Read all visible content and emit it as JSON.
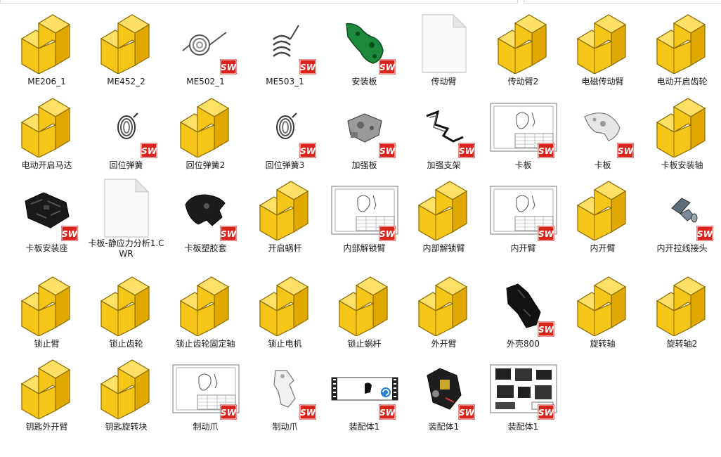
{
  "files": [
    {
      "name": "ME206_1",
      "icon": "folder-3d-icon"
    },
    {
      "name": "ME452_2",
      "icon": "folder-3d-icon"
    },
    {
      "name": "ME502_1",
      "icon": "spring-flat-icon"
    },
    {
      "name": "ME503_1",
      "icon": "spring-small-icon"
    },
    {
      "name": "安装板",
      "icon": "green-plate-icon"
    },
    {
      "name": "传动臂",
      "icon": "blank-file-icon"
    },
    {
      "name": "传动臂2",
      "icon": "folder-3d-icon"
    },
    {
      "name": "电磁传动臂",
      "icon": "folder-3d-icon"
    },
    {
      "name": "电动开启齿轮",
      "icon": "folder-3d-icon"
    },
    {
      "name": "电动开启马达",
      "icon": "folder-3d-icon"
    },
    {
      "name": "回位弹簧",
      "icon": "spring-coil-icon"
    },
    {
      "name": "回位弹簧2",
      "icon": "folder-3d-icon"
    },
    {
      "name": "回位弹簧3",
      "icon": "spring-coil-icon"
    },
    {
      "name": "加强板",
      "icon": "metal-plate-icon"
    },
    {
      "name": "加强支架",
      "icon": "wire-bracket-icon"
    },
    {
      "name": "卡板",
      "icon": "drawing-sheet-icon"
    },
    {
      "name": "卡板",
      "icon": "metal-latch-icon"
    },
    {
      "name": "卡板安装轴",
      "icon": "folder-3d-icon"
    },
    {
      "name": "卡板安装座",
      "icon": "black-housing-icon"
    },
    {
      "name": "卡板-静应力分析1.CWR",
      "icon": "blank-file-icon"
    },
    {
      "name": "卡板塑胶套",
      "icon": "black-latch-icon"
    },
    {
      "name": "开启蜗杆",
      "icon": "folder-3d-icon"
    },
    {
      "name": "内部解锁臂",
      "icon": "drawing-sheet-icon"
    },
    {
      "name": "内部解锁臂",
      "icon": "folder-3d-icon"
    },
    {
      "name": "内开臂",
      "icon": "drawing-sheet-icon"
    },
    {
      "name": "内开臂",
      "icon": "folder-3d-icon"
    },
    {
      "name": "内开拉线接头",
      "icon": "grey-connector-icon"
    },
    {
      "name": "锁止臂",
      "icon": "folder-3d-icon"
    },
    {
      "name": "锁止齿轮",
      "icon": "folder-3d-icon"
    },
    {
      "name": "锁止齿轮固定轴",
      "icon": "folder-3d-icon"
    },
    {
      "name": "锁止电机",
      "icon": "folder-3d-icon"
    },
    {
      "name": "锁止蜗杆",
      "icon": "folder-3d-icon"
    },
    {
      "name": "外开臂",
      "icon": "folder-3d-icon"
    },
    {
      "name": "外壳800",
      "icon": "black-shell-icon"
    },
    {
      "name": "旋转轴",
      "icon": "folder-3d-icon"
    },
    {
      "name": "旋转轴2",
      "icon": "folder-3d-icon"
    },
    {
      "name": "钥匙外开臂",
      "icon": "folder-3d-icon"
    },
    {
      "name": "钥匙旋转块",
      "icon": "folder-3d-icon"
    },
    {
      "name": "制动爪",
      "icon": "drawing-sheet-icon"
    },
    {
      "name": "制动爪",
      "icon": "white-pawl-icon"
    },
    {
      "name": "装配体1",
      "icon": "video-assembly-icon"
    },
    {
      "name": "装配体1",
      "icon": "lock-assembly-icon"
    },
    {
      "name": "装配体1",
      "icon": "assembly-drawing-icon"
    }
  ],
  "colors": {
    "folder_top": "#ffe066",
    "folder_side": "#e0a800",
    "folder_front": "#f5c518",
    "sw_red": "#d9231d"
  }
}
